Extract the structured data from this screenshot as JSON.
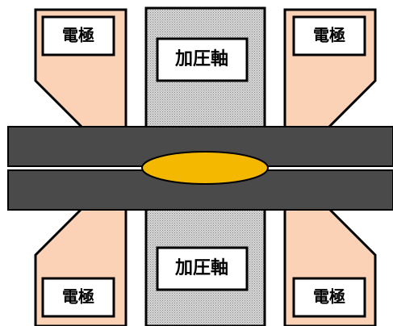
{
  "labels": {
    "electrode_top_left": "電極",
    "electrode_top_right": "電極",
    "electrode_bottom_left": "電極",
    "electrode_bottom_right": "電極",
    "pressure_shaft_top": "加圧軸",
    "pressure_shaft_bottom": "加圧軸"
  },
  "colors": {
    "electrode_fill": "#fbd2b6",
    "shaft_fill": "#c8c8c8",
    "sheet_fill": "#4a4a4a",
    "nugget_fill": "#f5b800",
    "outline": "#000000"
  }
}
